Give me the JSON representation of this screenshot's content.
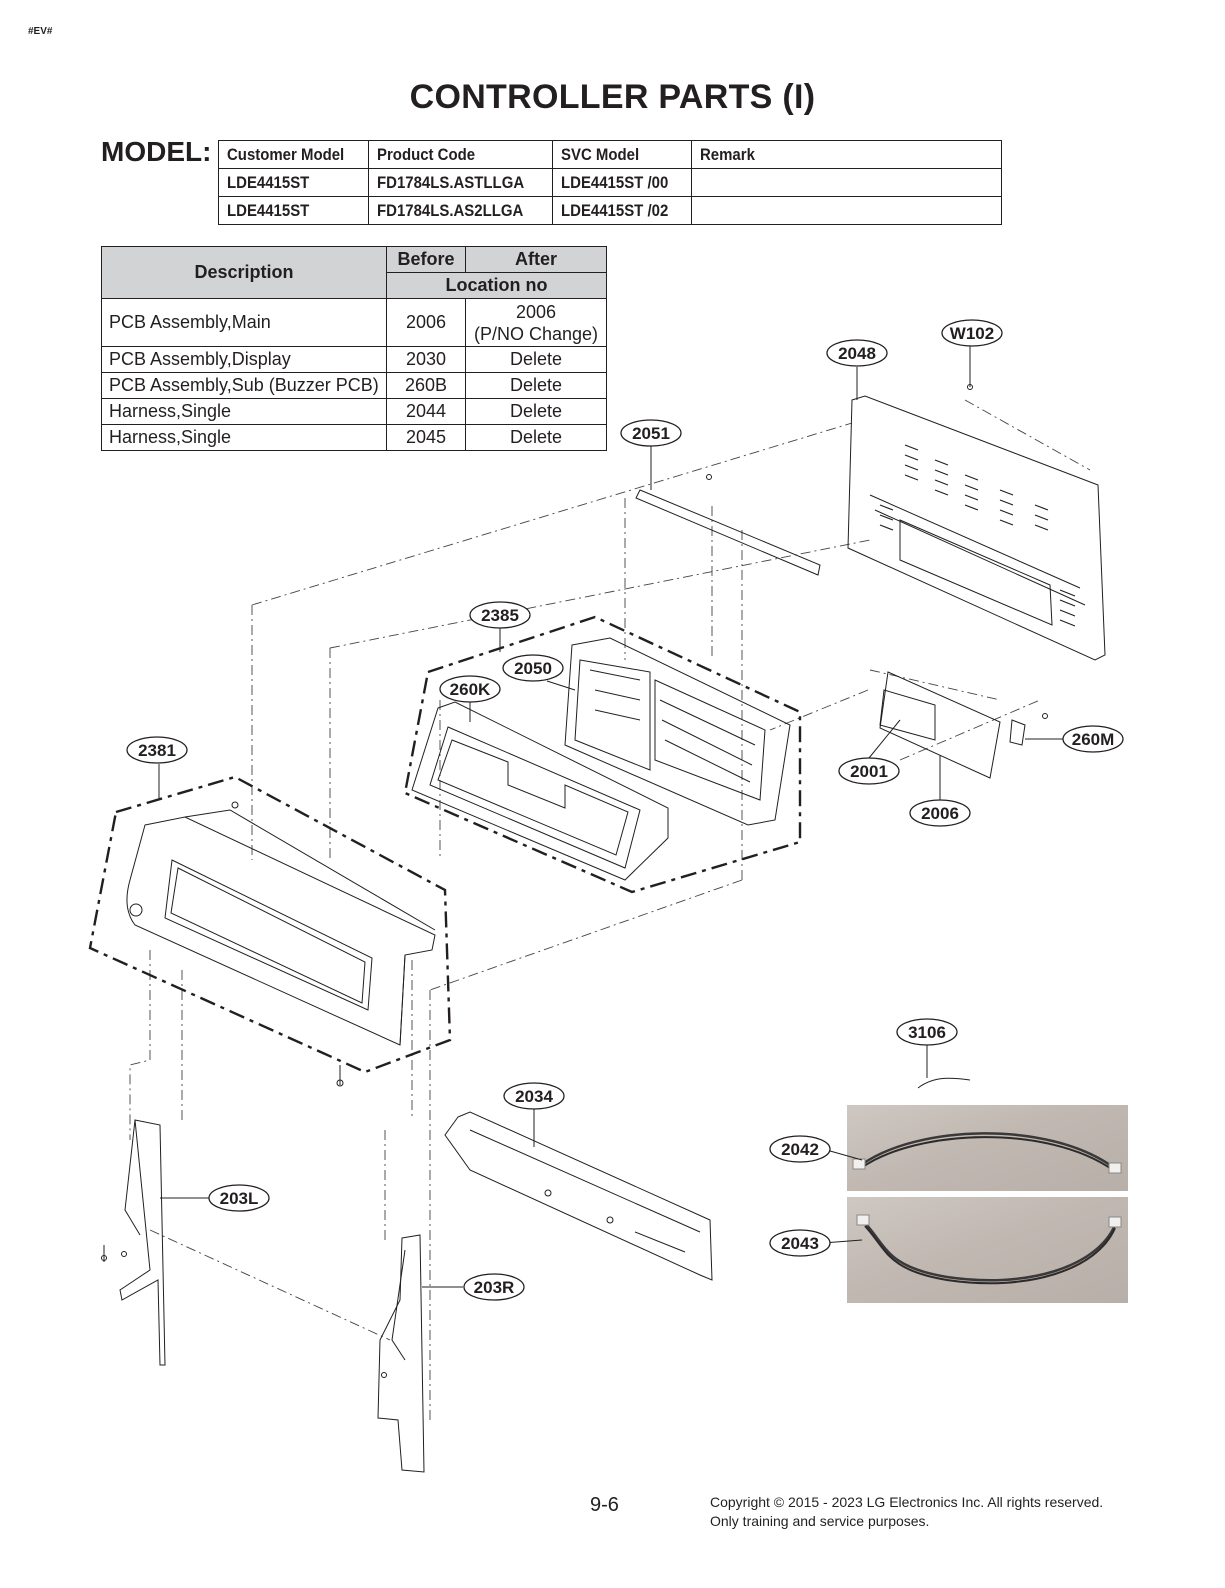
{
  "header": {
    "tag": "#EV#",
    "title": "CONTROLLER PARTS (I)",
    "model_label": "MODEL:"
  },
  "model_table": {
    "columns": [
      "Customer Model",
      "Product Code",
      "SVC Model",
      "Remark"
    ],
    "rows": [
      [
        "LDE4415ST",
        "FD1784LS.ASTLLGA",
        "LDE4415ST /00",
        ""
      ],
      [
        "LDE4415ST",
        "FD1784LS.AS2LLGA",
        "LDE4415ST /02",
        ""
      ]
    ]
  },
  "change_table": {
    "description_header": "Description",
    "before_header": "Before",
    "after_header": "After",
    "location_header": "Location no",
    "rows": [
      {
        "description": "PCB Assembly,Main",
        "before": "2006",
        "after": "2006",
        "after_note": "(P/NO Change)"
      },
      {
        "description": "PCB Assembly,Display",
        "before": "2030",
        "after": "Delete"
      },
      {
        "description": "PCB Assembly,Sub (Buzzer PCB)",
        "before": "260B",
        "after": "Delete"
      },
      {
        "description": "Harness,Single",
        "before": "2044",
        "after": "Delete"
      },
      {
        "description": "Harness,Single",
        "before": "2045",
        "after": "Delete"
      }
    ]
  },
  "part_labels": {
    "w102": "W102",
    "p2048": "2048",
    "p2051": "2051",
    "p2385": "2385",
    "p2050": "2050",
    "p260k": "260K",
    "p2381": "2381",
    "p260m": "260M",
    "p2001": "2001",
    "p2006": "2006",
    "p3106": "3106",
    "p2034": "2034",
    "p2042": "2042",
    "p2043": "2043",
    "p203l": "203L",
    "p203r": "203R"
  },
  "footer": {
    "page_number": "9-6",
    "copyright_line1": "Copyright © 2015 - 2023 LG Electronics Inc. All rights reserved.",
    "copyright_line2": "Only training and service purposes."
  },
  "colors": {
    "ink": "#231f20",
    "table_header_bg": "#d2d3d5",
    "photo_bg": "#c2bab3"
  }
}
